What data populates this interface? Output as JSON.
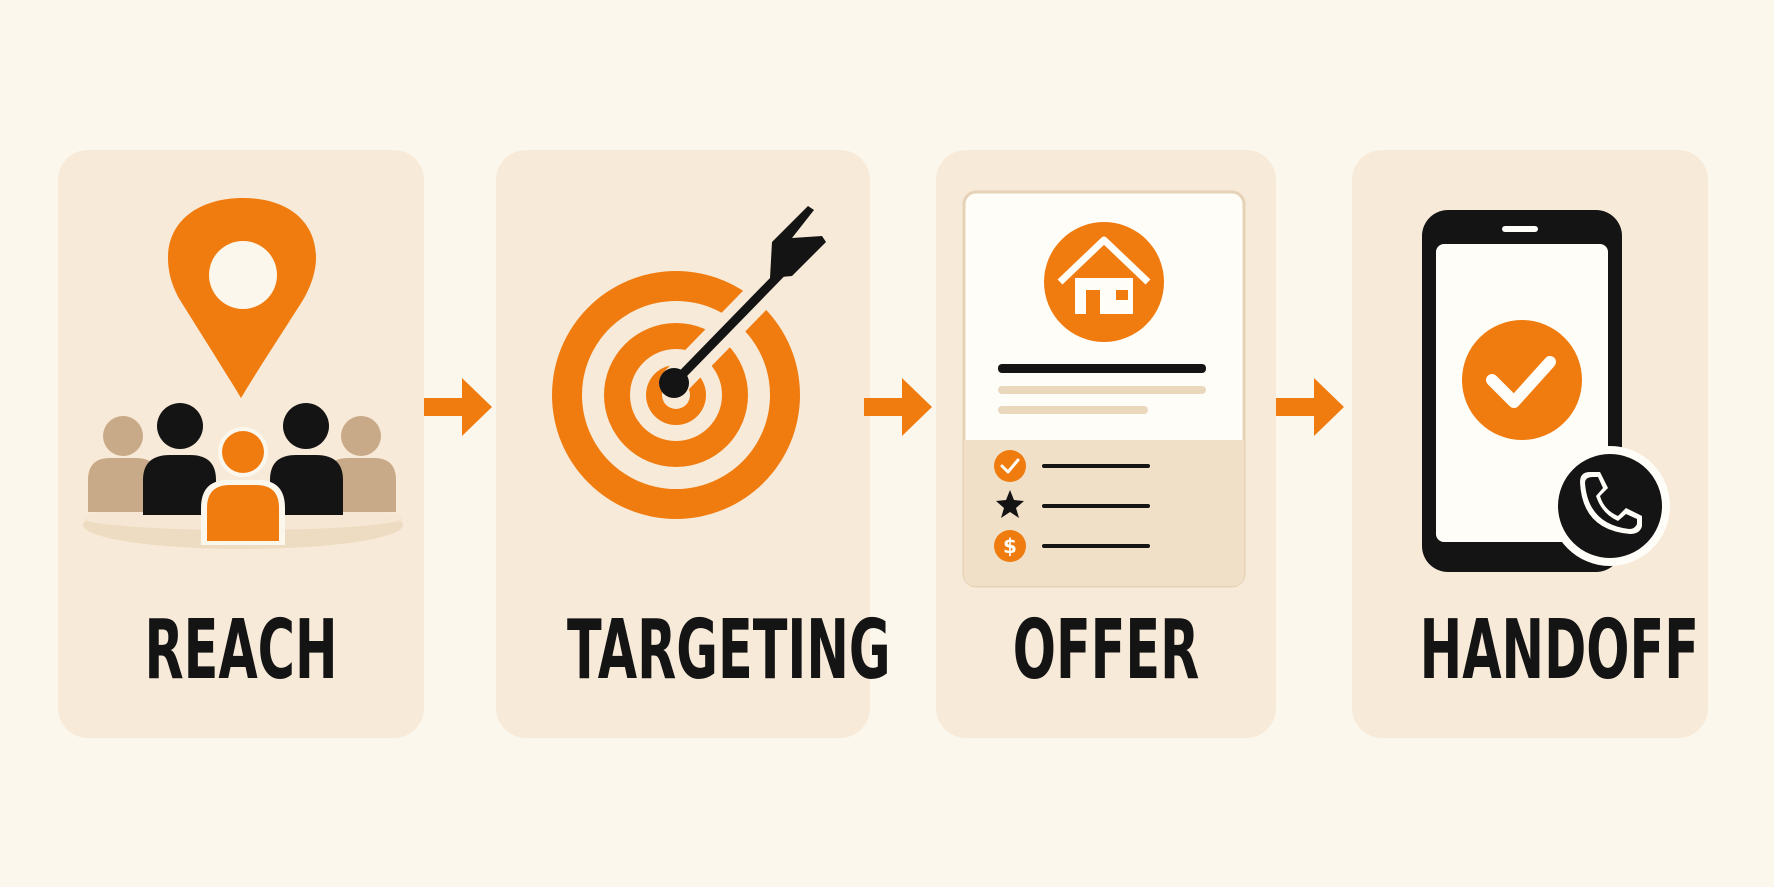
{
  "colors": {
    "background": "#fcf7ec",
    "card": "#f8ead8",
    "accent": "#f07c10",
    "dark": "#141414",
    "muted": "#c9aa88"
  },
  "steps": [
    {
      "label": "REACH",
      "icon": "location-pin-with-crowd-icon"
    },
    {
      "label": "TARGETING",
      "icon": "target-with-arrow-icon"
    },
    {
      "label": "OFFER",
      "icon": "house-offer-card-icon"
    },
    {
      "label": "HANDOFF",
      "icon": "phone-check-call-icon"
    }
  ],
  "connectors": [
    {
      "icon": "arrow-right-icon"
    },
    {
      "icon": "arrow-right-icon"
    },
    {
      "icon": "arrow-right-icon"
    }
  ]
}
